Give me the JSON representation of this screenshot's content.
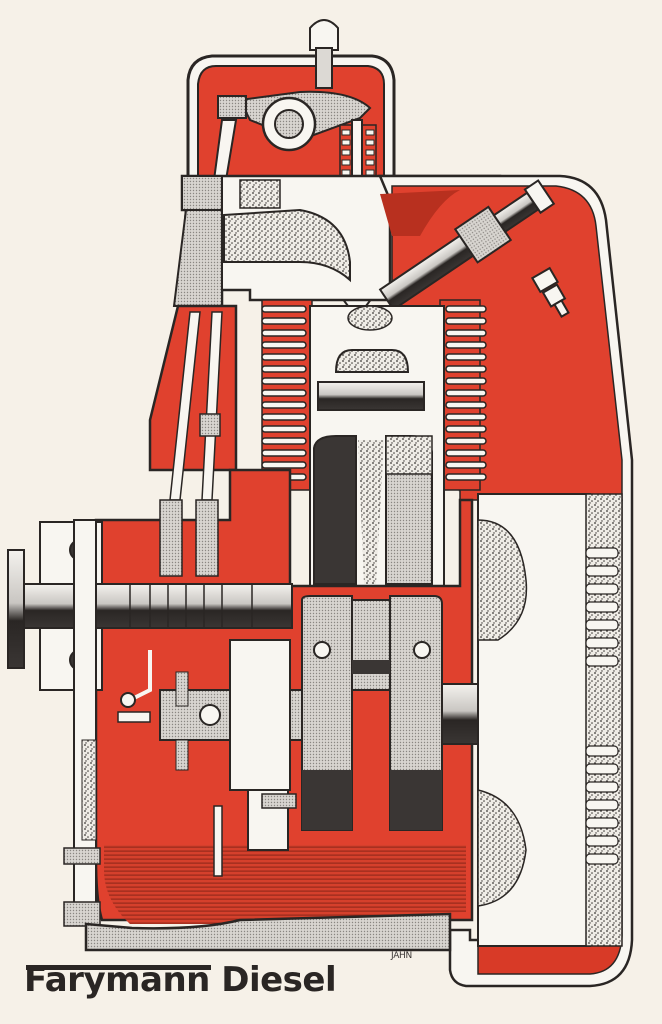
{
  "illustration": {
    "subject": "Cutaway drawing of a single-cylinder air-cooled diesel engine",
    "colors": {
      "background": "#f6f1e8",
      "red": "#e0412e",
      "dark_red": "#b8301f",
      "ink": "#2a2624",
      "grey": "#b9b6b2",
      "light_grey": "#dcd9d4",
      "white": "#f8f6f1"
    },
    "parts": [
      "valve-cover",
      "rocker-arm",
      "valve-spring",
      "cylinder-head",
      "injector",
      "cylinder-fins",
      "piston",
      "connecting-rod",
      "crankshaft",
      "camshaft",
      "flywheel",
      "fan-housing",
      "oil-sump",
      "governor",
      "fuel-pump-pushrods"
    ]
  },
  "brand": {
    "title": "Farymann Diesel",
    "artist_signature": "JAHN"
  }
}
